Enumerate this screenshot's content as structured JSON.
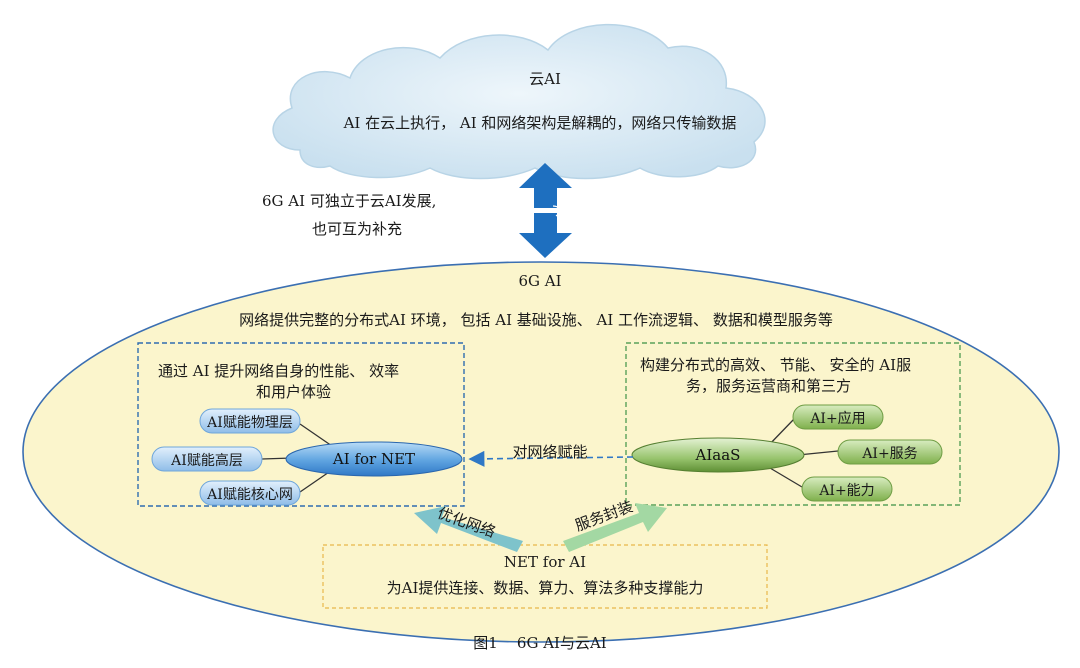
{
  "cloud": {
    "title": "云AI",
    "description": "AI 在云上执行， AI 和网络架构是解耦的，网络只传输数据"
  },
  "link": {
    "line1": "6G  AI 可独立于云AI发展,",
    "line2": "也可互为补充"
  },
  "ellipse": {
    "title": "6G AI",
    "description": "网络提供完整的分布式AI 环境， 包括 AI 基础设施、 AI 工作流逻辑、 数据和模型服务等"
  },
  "left_box": {
    "text_line1": "通过 AI 提升网络自身的性能、 效率",
    "text_line2": "和用户体验",
    "center_node": "AI for NET",
    "nodes": [
      "AI赋能物理层",
      "AI赋能高层",
      "AI赋能核心网"
    ]
  },
  "right_box": {
    "text_line1": "构建分布式的高效、 节能、 安全的 AI服",
    "text_line2": "务，服务运营商和第三方",
    "center_node": "AIaaS",
    "nodes": [
      "AI+应用",
      "AI+服务",
      "AI+能力"
    ]
  },
  "arrows": {
    "dashed_label": "对网络赋能",
    "left_label": "优化网络",
    "right_label": "服务封装"
  },
  "bottom_box": {
    "title": "NET for AI",
    "description": "为AI提供连接、数据、算力、算法多种支撑能力"
  },
  "caption": "图1    6G AI与云AI",
  "colors": {
    "cloud_fill": "#d9ebf6",
    "ellipse_fill": "#fbf6cf",
    "left_pill": "#a8cdf0",
    "right_pill": "#9cc66a",
    "blue_arrow": "#1e6fbf",
    "teal_arrow": "#7cc1c9",
    "green_arrow": "#9fd49f"
  }
}
